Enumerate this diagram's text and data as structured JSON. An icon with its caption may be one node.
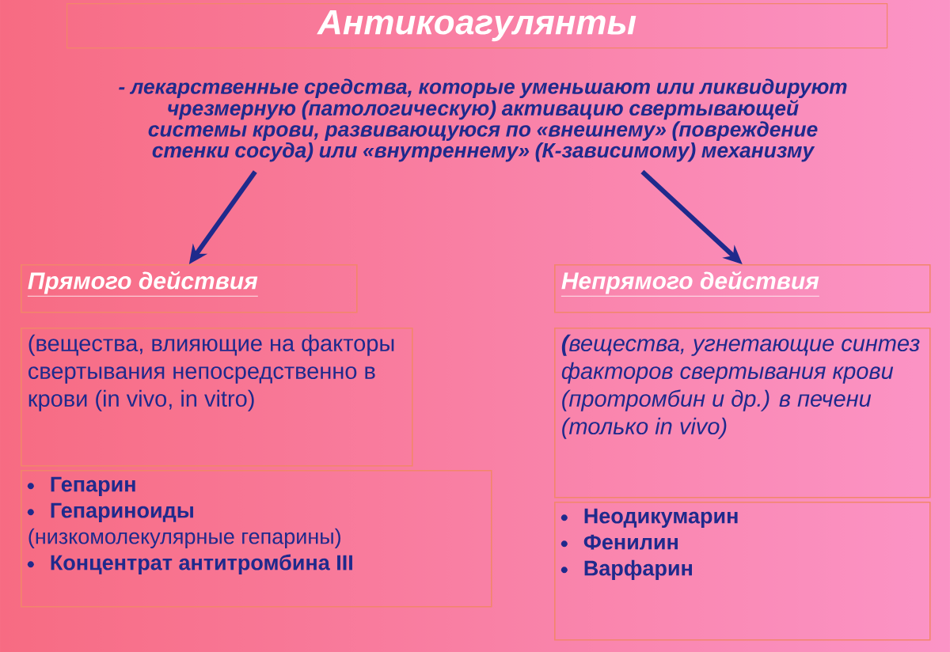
{
  "diagram": {
    "nodes": [
      {
        "text": [
          "Антикоагулянты"
        ]
      },
      {
        "text": [
          "- лекарственные средства, которые уменьшают или ликвидируют чрезмерную (патологическую) активацию свертывающей системы крови, развивающуюся по «внешнему» (повреждение стенки сосуда) или «внутреннему» (К-зависимому) механизму"
        ]
      },
      {
        "text": [
          "Прямого действия"
        ]
      },
      {
        "text": [
          "(вещества, влияющие на факторы свертывания непосредственно в крови (in vivo, in vitro)"
        ]
      },
      {
        "text": [
          "Гепарин",
          "Гепариноиды",
          "(низкомолекулярные гепарины)",
          "Концентрат антитромбина III"
        ]
      },
      {
        "text": [
          "Непрямого действия"
        ]
      },
      {
        "text": [
          "**(**вещества, угнетающие синтез факторов свертывания крови (протромбин и др.) в печени (только in vivo)"
        ]
      },
      {
        "text": [
          "Неодикумарин",
          "Фенилин",
          "Варфарин"
        ]
      }
    ],
    "edges": [
      {
        "from": 1,
        "to": 2,
        "arrow": "to"
      },
      {
        "from": 1,
        "to": 5,
        "arrow": "to"
      }
    ]
  }
}
